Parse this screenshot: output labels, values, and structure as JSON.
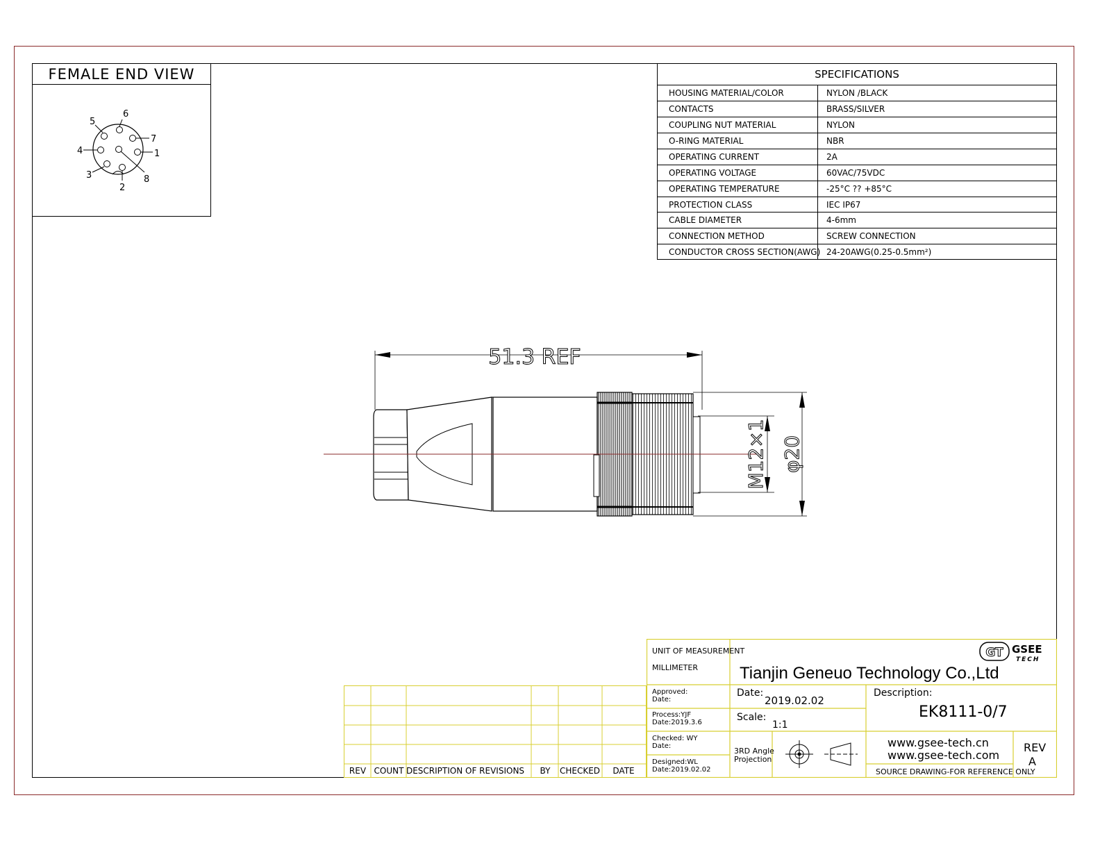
{
  "female_end_view": {
    "title": "FEMALE END VIEW",
    "pins": [
      "1",
      "2",
      "3",
      "4",
      "5",
      "6",
      "7",
      "8"
    ]
  },
  "specifications": {
    "title": "SPECIFICATIONS",
    "rows": [
      {
        "key": "HOUSING MATERIAL/COLOR",
        "value": "NYLON /BLACK"
      },
      {
        "key": "CONTACTS",
        "value": "BRASS/SILVER"
      },
      {
        "key": "COUPLING NUT MATERIAL",
        "value": "NYLON"
      },
      {
        "key": "O-RING MATERIAL",
        "value": "NBR"
      },
      {
        "key": "OPERATING CURRENT",
        "value": "2A"
      },
      {
        "key": "OPERATING VOLTAGE",
        "value": "60VAC/75VDC"
      },
      {
        "key": "OPERATING TEMPERATURE",
        "value": "-25°C ?? +85°C"
      },
      {
        "key": "PROTECTION CLASS",
        "value": "IEC  IP67"
      },
      {
        "key": "CABLE  DIAMETER",
        "value": "4-6mm"
      },
      {
        "key": "CONNECTION  METHOD",
        "value": "SCREW  CONNECTION"
      },
      {
        "key": "CONDUCTOR  CROSS  SECTION(AWG)",
        "value": "24-20AWG(0.25-0.5mm²)"
      }
    ]
  },
  "drawing": {
    "length_dim": "51.3 REF",
    "thread_dim": "M12×1",
    "diameter_dim": "φ20"
  },
  "revision_table": {
    "headers": [
      "REV",
      "COUNT",
      "DESCRIPTION  OF  REVISIONS",
      "BY",
      "CHECKED",
      "DATE"
    ]
  },
  "title_block": {
    "unit_label": "UNIT OF MEASUREMENT",
    "unit_value": "MILLIMETER",
    "company": "Tianjin Geneuo Technology Co.,Ltd",
    "logo_text": "GT",
    "logo_brand": "GSEE",
    "logo_sub": "TECH",
    "approved": "Approved:",
    "approved_date": "Date:",
    "process": "Process:YJF",
    "process_date": "Date:2019.3.6",
    "checked": "Checked: WY",
    "checked_date": "Date:",
    "designed": "Designed:WL",
    "designed_date": "Date:2019.02.02",
    "date_label": "Date:",
    "date_value": "2019.02.02",
    "scale_label": "Scale:",
    "scale_value": "1:1",
    "projection_line1": "3RD Angle",
    "projection_line2": "Projection",
    "description_label": "Description:",
    "part_number": "EK8111-0/7",
    "url1": "www.gsee-tech.cn",
    "url2": "www.gsee-tech.com",
    "rev_label": "REV",
    "rev_value": "A",
    "footer_note": "SOURCE DRAWING-FOR REFERENCE ONLY"
  }
}
